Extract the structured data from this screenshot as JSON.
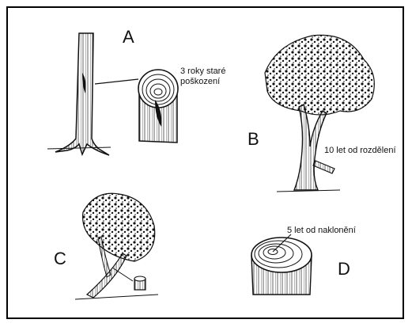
{
  "panels": {
    "a": {
      "letter": "A",
      "note": "3 roky staré\npoškození"
    },
    "b": {
      "letter": "B",
      "note": "10 let od rozdělení"
    },
    "c": {
      "letter": "C"
    },
    "d": {
      "letter": "D",
      "note": "5 let od naklonění"
    }
  },
  "colors": {
    "ink": "#111111",
    "paper": "#ffffff",
    "frame": "#000000"
  }
}
